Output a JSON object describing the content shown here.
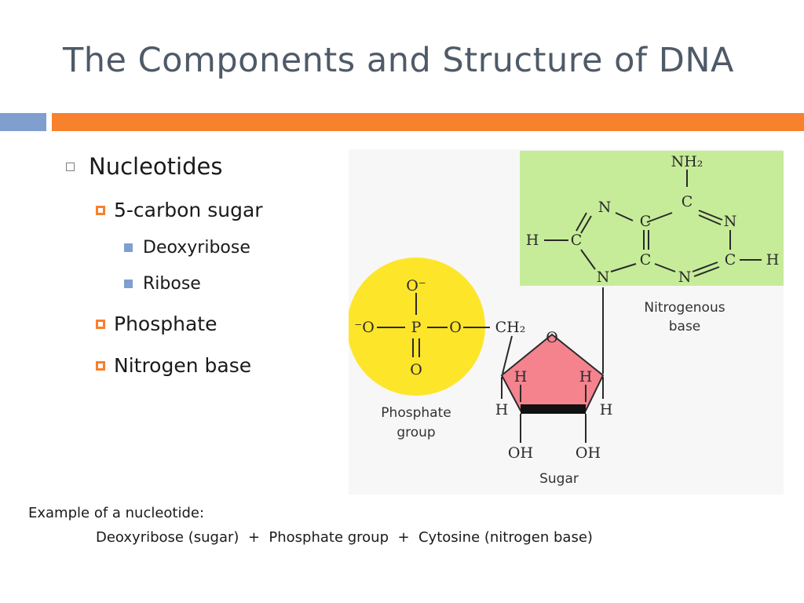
{
  "slide": {
    "title": "The Components and Structure of DNA"
  },
  "bullets": {
    "level1": "Nucleotides",
    "sugar": "5-carbon sugar",
    "deoxyribose": "Deoxyribose",
    "ribose": "Ribose",
    "phosphate": "Phosphate",
    "nitrogen_base": "Nitrogen base"
  },
  "diagram": {
    "phosphate": {
      "o_minus_top": "O⁻",
      "o_minus_left": "⁻O",
      "p": "P",
      "o_right": "O",
      "o_bottom": "O",
      "caption_line1": "Phosphate",
      "caption_line2": "group"
    },
    "sugar": {
      "ch2": "CH₂",
      "ring_o": "O",
      "h_left_in": "H",
      "h_right_in": "H",
      "h_left_out": "H",
      "h_right_out": "H",
      "oh_left": "OH",
      "oh_right": "OH",
      "caption": "Sugar"
    },
    "base": {
      "nh2": "NH₂",
      "n1": "N",
      "c2": "C",
      "c3": "C",
      "n4": "N",
      "h_left": "H",
      "c5": "C",
      "c6": "C",
      "c7": "C",
      "h_right": "H",
      "n8": "N",
      "n9": "N",
      "caption_line1": "Nitrogenous",
      "caption_line2": "base"
    },
    "colors": {
      "phosphate_fill": "#fde52a",
      "sugar_fill": "#f4838e",
      "base_fill": "#c6ec99"
    }
  },
  "caption": {
    "line1": "Example of a nucleotide:",
    "line2": "Deoxyribose (sugar)  +  Phosphate group  +  Cytosine (nitrogen base)"
  }
}
